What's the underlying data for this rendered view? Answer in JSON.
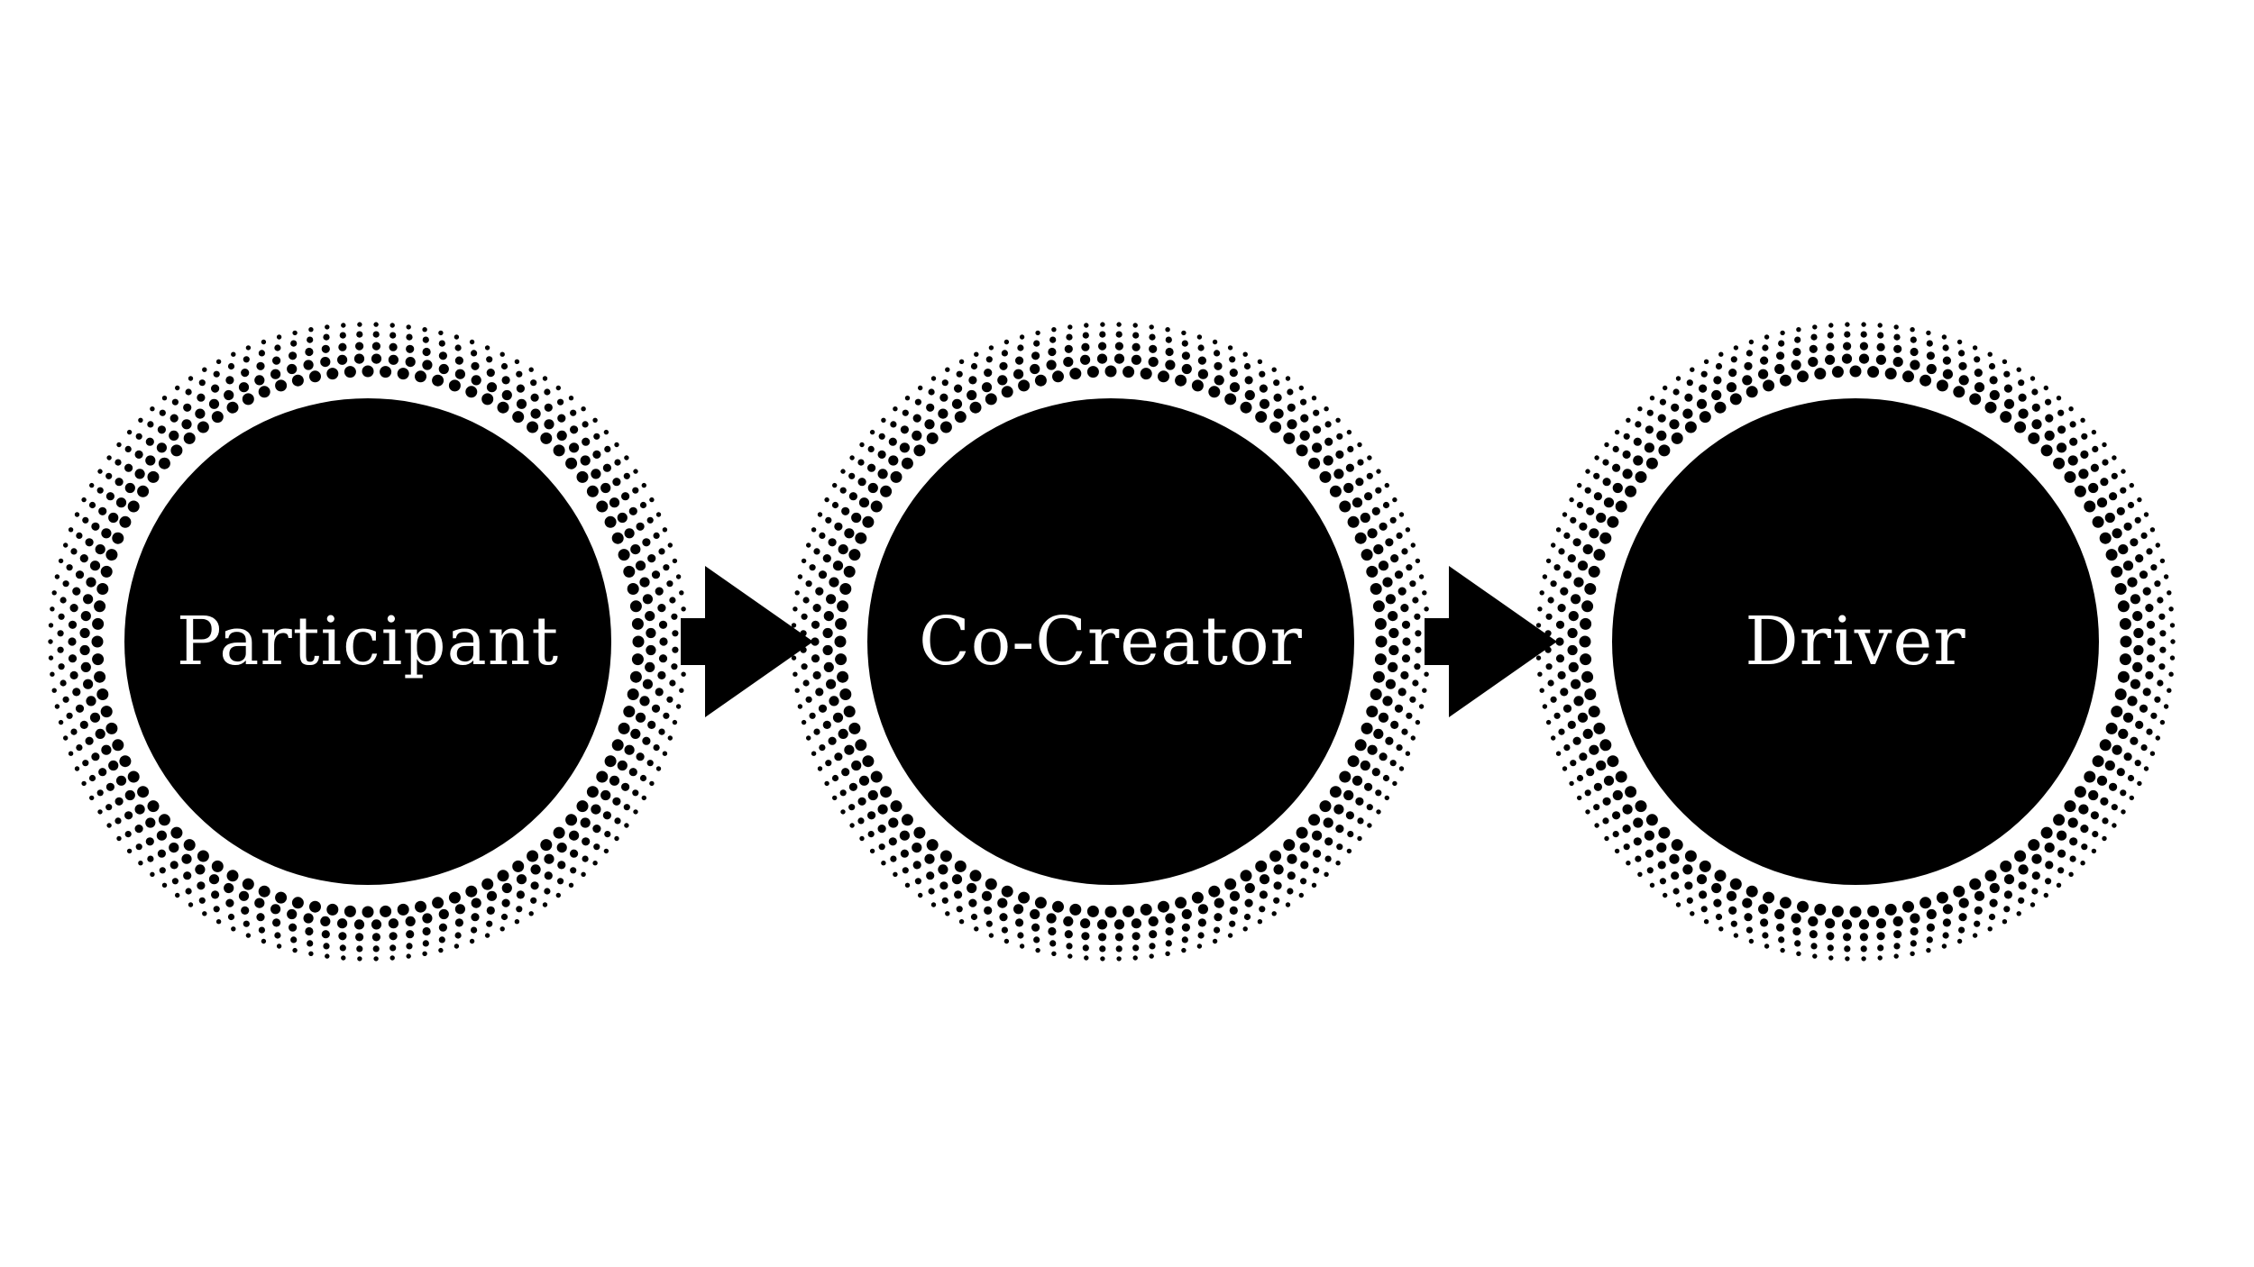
{
  "diagram": {
    "stages": [
      {
        "label": "Participant"
      },
      {
        "label": "Co-Creator"
      },
      {
        "label": "Driver"
      }
    ],
    "connectors": [
      {
        "from": "Participant",
        "to": "Co-Creator",
        "shape": "arrow-right"
      },
      {
        "from": "Co-Creator",
        "to": "Driver",
        "shape": "arrow-right"
      }
    ],
    "colors": {
      "background": "#ffffff",
      "circle_fill": "#000000",
      "dots": "#000000",
      "label_text": "#ffffff",
      "arrow": "#000000"
    }
  }
}
